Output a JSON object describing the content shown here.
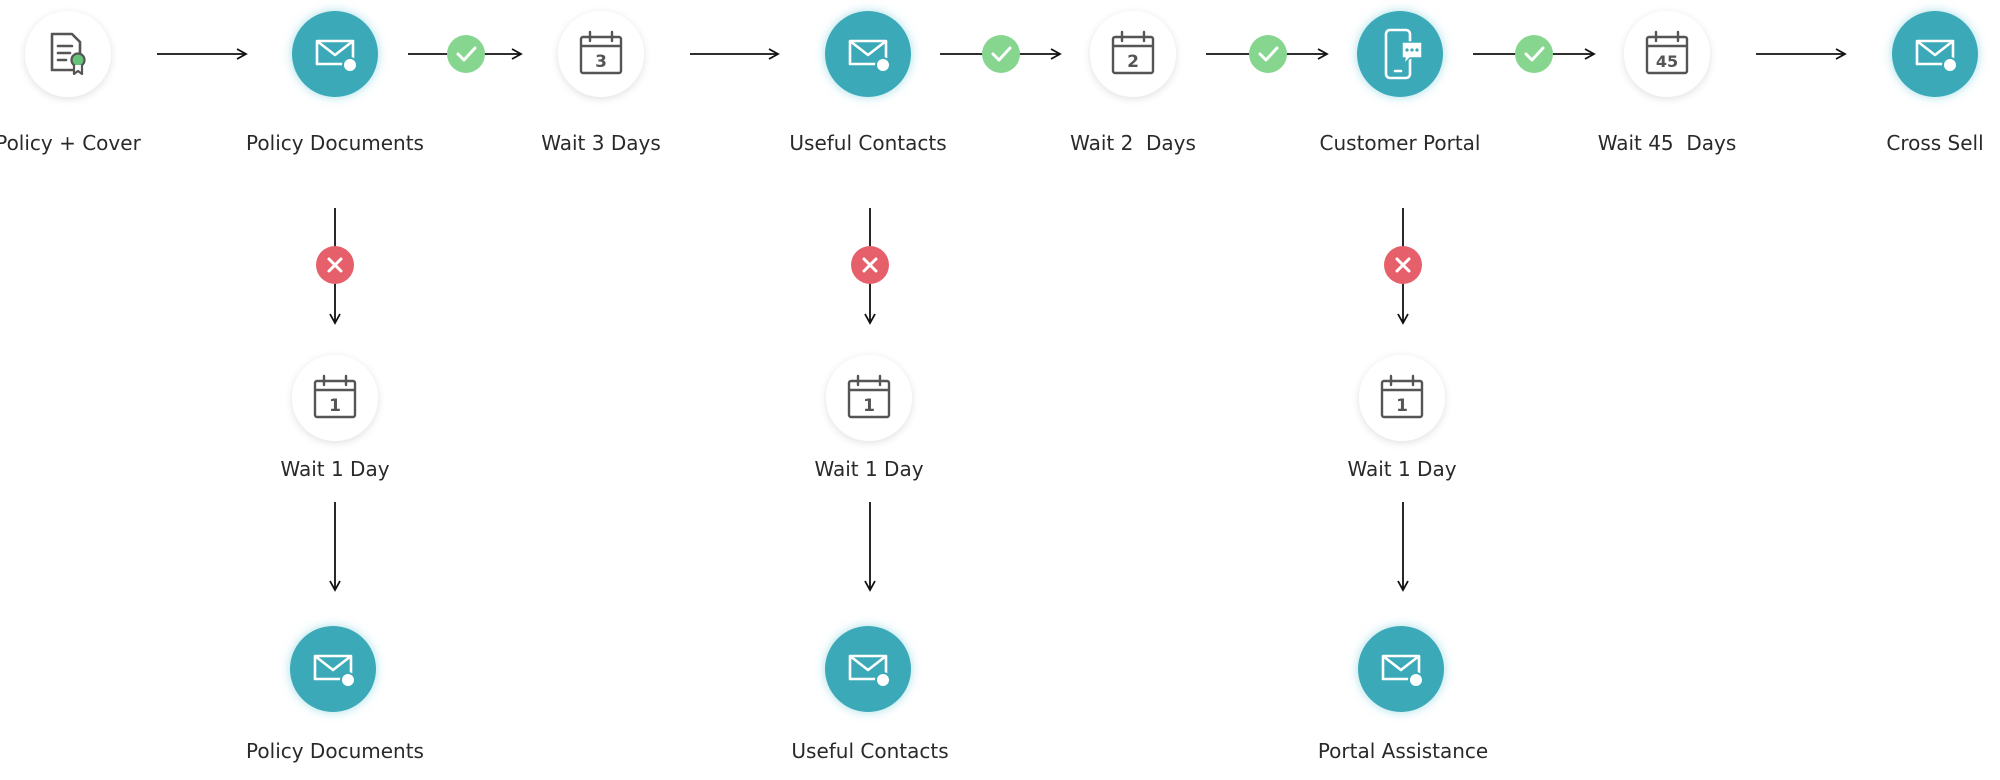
{
  "nodes": [
    {
      "id": "policy-cover",
      "label": "Policy + Cover",
      "icon": "certificate-icon",
      "style": "plain"
    },
    {
      "id": "policy-documents",
      "label": "Policy Documents",
      "icon": "mail-icon",
      "style": "teal"
    },
    {
      "id": "wait-3-days",
      "label": "Wait 3 Days",
      "icon": "calendar-icon",
      "calendar_number": "3",
      "style": "plain"
    },
    {
      "id": "useful-contacts",
      "label": "Useful Contacts",
      "icon": "mail-icon",
      "style": "teal"
    },
    {
      "id": "wait-2-days",
      "label": "Wait 2  Days",
      "icon": "calendar-icon",
      "calendar_number": "2",
      "style": "plain"
    },
    {
      "id": "customer-portal",
      "label": "Customer Portal",
      "icon": "phone-chat-icon",
      "style": "teal"
    },
    {
      "id": "wait-45-days",
      "label": "Wait 45  Days",
      "icon": "calendar-icon",
      "calendar_number": "45",
      "style": "plain"
    },
    {
      "id": "cross-sell",
      "label": "Cross Sell",
      "icon": "mail-icon",
      "style": "teal"
    },
    {
      "id": "wait-1-day-a",
      "label": "Wait 1 Day",
      "icon": "calendar-icon",
      "calendar_number": "1",
      "style": "plain"
    },
    {
      "id": "policy-documents-resend",
      "label": "Policy Documents",
      "icon": "mail-icon",
      "style": "teal"
    },
    {
      "id": "wait-1-day-b",
      "label": "Wait 1 Day",
      "icon": "calendar-icon",
      "calendar_number": "1",
      "style": "plain"
    },
    {
      "id": "useful-contacts-resend",
      "label": "Useful Contacts",
      "icon": "mail-icon",
      "style": "teal"
    },
    {
      "id": "wait-1-day-c",
      "label": "Wait 1 Day",
      "icon": "calendar-icon",
      "calendar_number": "1",
      "style": "plain"
    },
    {
      "id": "portal-assistance",
      "label": "Portal Assistance",
      "icon": "mail-icon",
      "style": "teal"
    }
  ],
  "edges": [
    {
      "from": "policy-cover",
      "to": "policy-documents",
      "condition": "none"
    },
    {
      "from": "policy-documents",
      "to": "wait-3-days",
      "condition": "yes"
    },
    {
      "from": "wait-3-days",
      "to": "useful-contacts",
      "condition": "none"
    },
    {
      "from": "useful-contacts",
      "to": "wait-2-days",
      "condition": "yes"
    },
    {
      "from": "wait-2-days",
      "to": "customer-portal",
      "condition": "yes"
    },
    {
      "from": "customer-portal",
      "to": "wait-45-days",
      "condition": "yes"
    },
    {
      "from": "wait-45-days",
      "to": "cross-sell",
      "condition": "none"
    },
    {
      "from": "policy-documents",
      "to": "wait-1-day-a",
      "condition": "no"
    },
    {
      "from": "wait-1-day-a",
      "to": "policy-documents-resend",
      "condition": "none"
    },
    {
      "from": "useful-contacts",
      "to": "wait-1-day-b",
      "condition": "no"
    },
    {
      "from": "wait-1-day-b",
      "to": "useful-contacts-resend",
      "condition": "none"
    },
    {
      "from": "customer-portal",
      "to": "wait-1-day-c",
      "condition": "no"
    },
    {
      "from": "wait-1-day-c",
      "to": "portal-assistance",
      "condition": "none"
    }
  ],
  "colors": {
    "teal": "#3aa9b8",
    "teal_glow": "#bfe6ec",
    "plain_fill": "#ffffff",
    "plain_shadow": "#e4e4e4",
    "icon_gray": "#555555",
    "yes_badge": "#86d68f",
    "no_badge": "#e6606c",
    "ribbon_green": "#66c37a",
    "text": "#2a2a2a",
    "line": "#111111"
  }
}
